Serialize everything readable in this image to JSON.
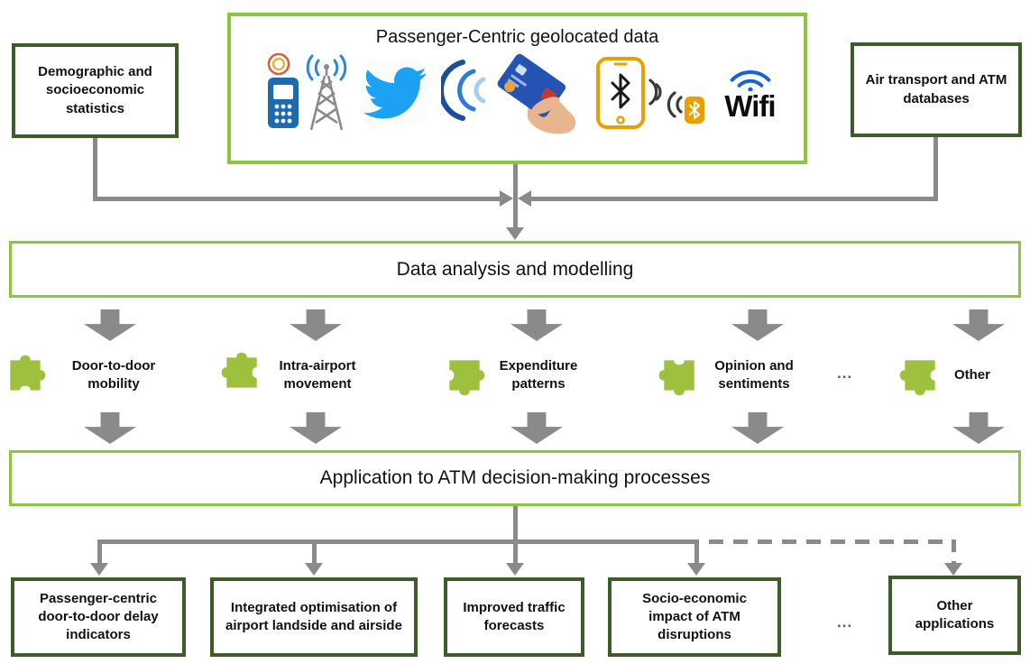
{
  "colors": {
    "lime_green": "#8CC63E",
    "dark_green": "#3D5C28",
    "connector_gray": "#8A8A8A",
    "puzzle_green": "#9DC13C",
    "twitter_blue": "#1DA1F2",
    "wifi_blue": "#1565D8",
    "device_yellow": "#E8A000",
    "card_blue": "#2553B4"
  },
  "sources": {
    "demographics": "Demographic and socioeconomic statistics",
    "geolocated": {
      "title": "Passenger-Centric geolocated data",
      "wifi_label": "Wifi",
      "icons": [
        "cellular-signal-icon",
        "twitter-icon",
        "contactless-payment-icon",
        "bluetooth-devices-icon",
        "wifi-icon"
      ]
    },
    "atm_databases": "Air transport and ATM databases"
  },
  "analysis_bar": {
    "label": "Data analysis and modelling"
  },
  "capabilities": {
    "items": [
      {
        "label": "Door-to-door mobility"
      },
      {
        "label": "Intra-airport movement"
      },
      {
        "label": "Expenditure patterns"
      },
      {
        "label": "Opinion and sentiments"
      },
      {
        "label": "Other"
      }
    ],
    "ellipsis": "..."
  },
  "application_bar": {
    "label": "Application to ATM decision-making processes"
  },
  "applications": {
    "items": [
      {
        "label": "Passenger-centric door-to-door delay indicators"
      },
      {
        "label": "Integrated optimisation of airport landside and airside"
      },
      {
        "label": "Improved traffic forecasts"
      },
      {
        "label": "Socio-economic impact of ATM disruptions"
      },
      {
        "label": "Other applications"
      }
    ],
    "ellipsis": "..."
  }
}
